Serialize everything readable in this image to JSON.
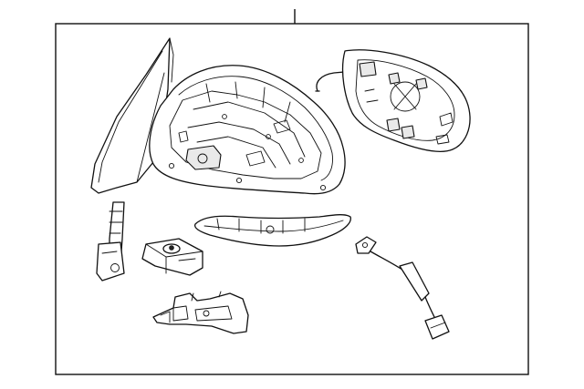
{
  "diagram": {
    "parts": [
      {
        "name": "mirror-housing-assembly"
      },
      {
        "name": "mirror-glass-assembly"
      },
      {
        "name": "base-cover"
      },
      {
        "name": "turn-signal-lamp"
      },
      {
        "name": "support-arm"
      },
      {
        "name": "actuator-motor"
      },
      {
        "name": "mounting-bracket"
      },
      {
        "name": "wiring-harness"
      }
    ],
    "colors": {
      "line": "#111111",
      "background": "#ffffff",
      "frame": "#111111"
    }
  }
}
